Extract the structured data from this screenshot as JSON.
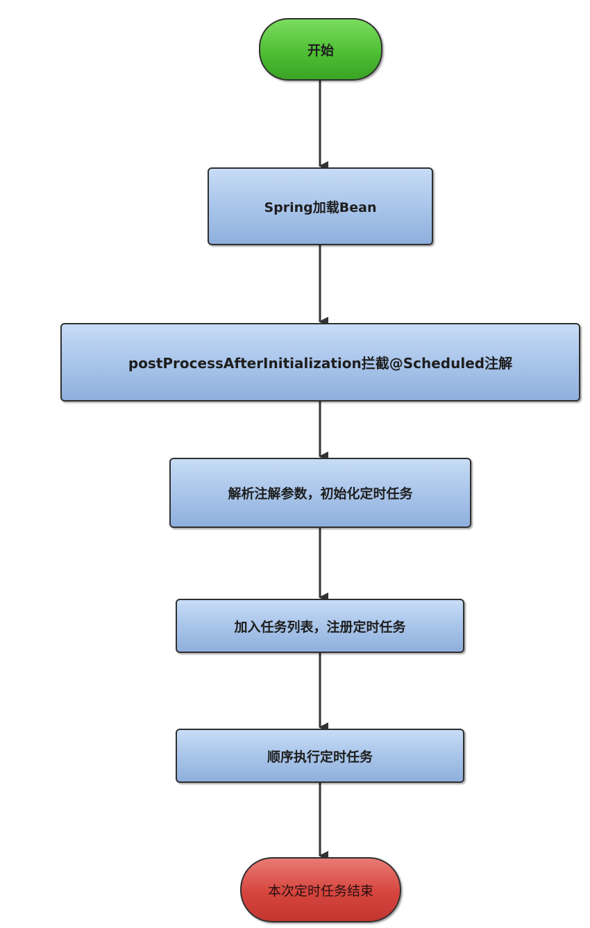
{
  "nodes": {
    "start": "开始",
    "load_bean": "Spring加载Bean",
    "intercept": "postProcessAfterInitialization拦截@Scheduled注解",
    "parse": "解析注解参数，初始化定时任务",
    "register": "加入任务列表，注册定时任务",
    "execute": "顺序执行定时任务",
    "end": "本次定时任务结束"
  },
  "edges": [
    [
      "start",
      "load_bean"
    ],
    [
      "load_bean",
      "intercept"
    ],
    [
      "intercept",
      "parse"
    ],
    [
      "parse",
      "register"
    ],
    [
      "register",
      "execute"
    ],
    [
      "execute",
      "end"
    ]
  ]
}
